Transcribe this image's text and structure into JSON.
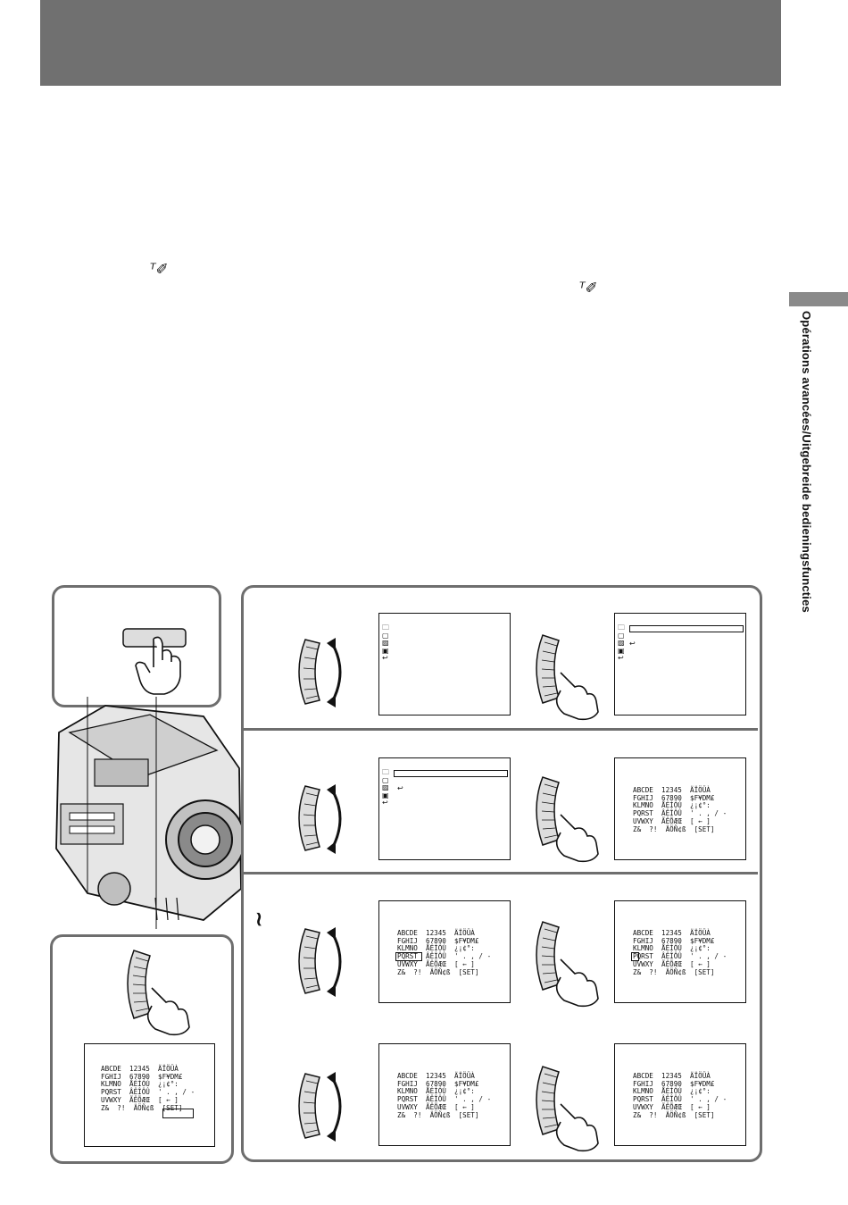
{
  "header": {
    "background": "#707070"
  },
  "side_tab": {
    "label": "Opérations avancées/Uitgebreide bedieningsfuncties",
    "color": "#8a8a8a"
  },
  "glyphs": {
    "pen_left": "ᵀ✐",
    "pen_right": "ᵀ✐",
    "approx": "≀"
  },
  "menu": {
    "icons": [
      "🗀",
      "▢",
      "▨",
      "▣",
      "↩"
    ]
  },
  "char_grid": {
    "rows": [
      "ABCDE  12345  ÄÏÖÜÀ",
      "FGHIJ  67890  $F¥DM£",
      "KLMNO  ÅÉÍÓÚ  ¿¡¢°:",
      "PQRST  ÂÊÎÔÛ  ' . , / -",
      "UVWXY  ÃÊÕÆŒ  [ ← ]",
      "Z&  ?!  ÄÖÑ¢ß  [SET]"
    ]
  }
}
